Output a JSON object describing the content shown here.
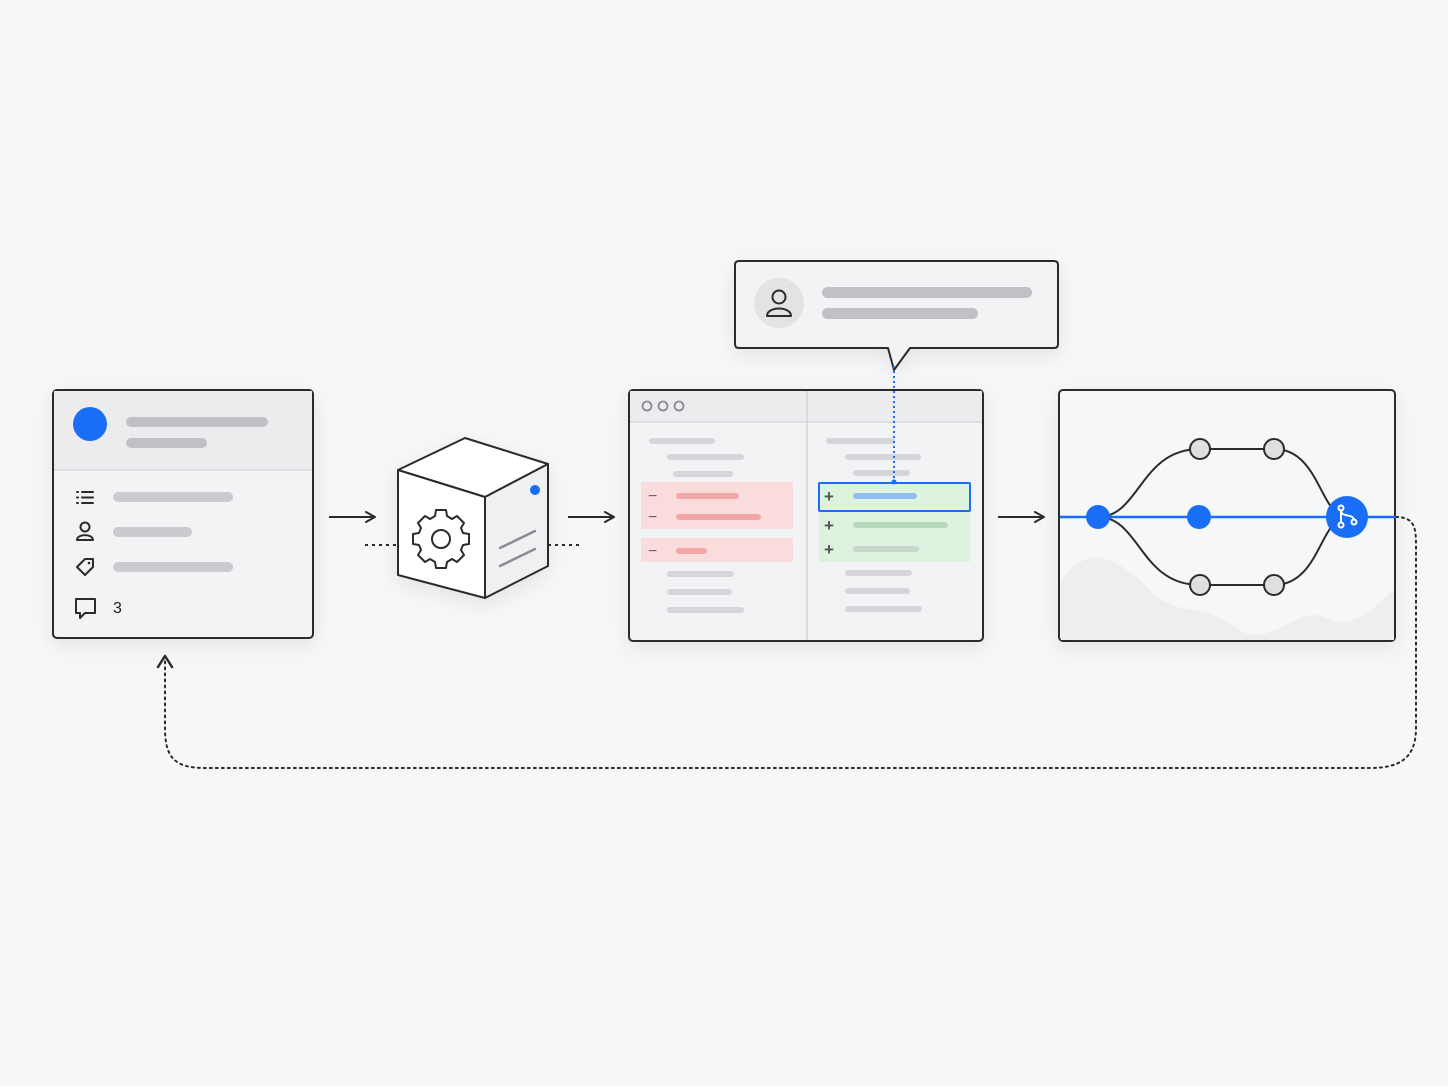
{
  "colors": {
    "background": "#f6f7f9",
    "accent": "#1a6ef5",
    "stroke": "#2b2b2b",
    "placeholder": "#c9cbce",
    "removed_bg": "#fbdcdc",
    "removed_bar": "#f2a7a7",
    "added_bg": "#def3df",
    "added_bar": "#b9d9bc"
  },
  "issue_card": {
    "icons": [
      "list-icon",
      "person-icon",
      "tag-icon",
      "comment-icon"
    ],
    "comment_count": "3"
  },
  "processor": {
    "icon": "gear-icon"
  },
  "review_comment": {
    "icon": "avatar-person-icon"
  },
  "diff_window": {
    "window_controls": [
      "dot",
      "dot",
      "dot"
    ],
    "removed_marker": "−",
    "added_marker": "+"
  },
  "branch_graph": {
    "merge_icon": "git-merge-icon"
  }
}
